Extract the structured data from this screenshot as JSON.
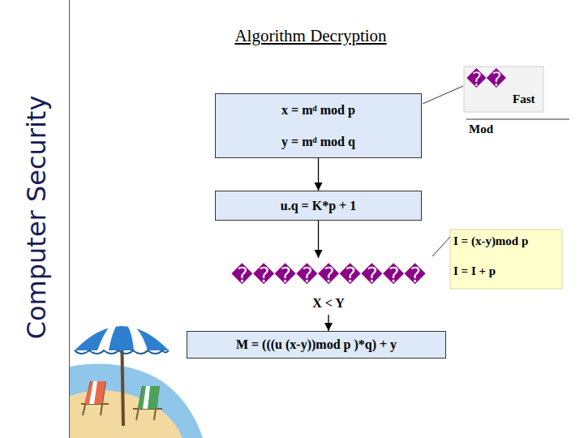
{
  "diagram": {
    "title": "Algorithm Decryption",
    "nodes": [
      {
        "text": [
          "x = mᵈ mod p",
          "y = mᵈ mod q"
        ]
      },
      {
        "text": [
          "u.q  =  K*p + 1"
        ]
      },
      {
        "text": [
          "���������",
          "X < Y"
        ]
      },
      {
        "text": [
          "M = (((u (x-y))mod p )*q) + y"
        ]
      }
    ],
    "edges": [
      {
        "from": 0,
        "to": 1,
        "arrow": "to"
      },
      {
        "from": 1,
        "to": 2,
        "arrow": "to"
      },
      {
        "from": 2,
        "to": 3,
        "arrow": "to"
      }
    ],
    "labels": [
      "Computer Security",
      "��",
      "Fast",
      "Mod",
      "I = (x-y)mod p",
      "I = I + p"
    ]
  }
}
